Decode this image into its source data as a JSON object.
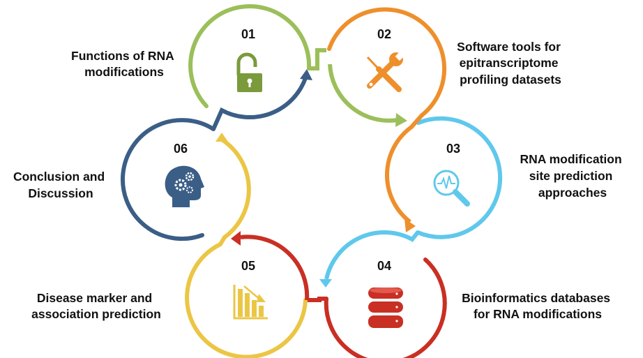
{
  "colors": {
    "step01": "#9bbf5a",
    "step02": "#ee8f2c",
    "step03": "#5fc8ec",
    "step04": "#c92f23",
    "step05": "#ebc645",
    "step06": "#3b5e86"
  },
  "steps": [
    {
      "number": "01",
      "label_lines": [
        "Functions of RNA",
        "modifications"
      ],
      "icon": "padlock-icon"
    },
    {
      "number": "02",
      "label_lines": [
        "Software tools for",
        "epitranscriptome",
        "profiling datasets"
      ],
      "icon": "tools-icon"
    },
    {
      "number": "03",
      "label_lines": [
        "RNA modification",
        "site prediction",
        "approaches"
      ],
      "icon": "magnifier-pulse-icon"
    },
    {
      "number": "04",
      "label_lines": [
        "Bioinformatics databases",
        "for RNA modifications"
      ],
      "icon": "database-icon"
    },
    {
      "number": "05",
      "label_lines": [
        "Disease marker and",
        "association prediction"
      ],
      "icon": "bar-chart-decline-icon"
    },
    {
      "number": "06",
      "label_lines": [
        "Conclusion and",
        "Discussion"
      ],
      "icon": "head-gears-icon"
    }
  ]
}
